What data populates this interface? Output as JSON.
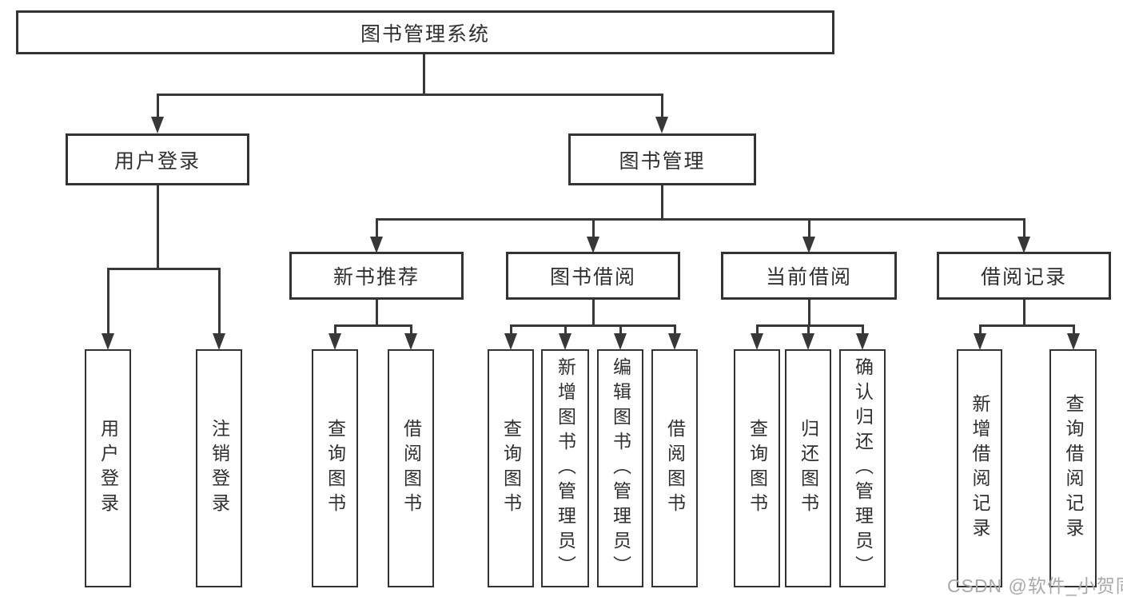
{
  "tree": {
    "root": "图书管理系统",
    "children": [
      {
        "label": "用户登录",
        "children": [
          {
            "label": "用户登录"
          },
          {
            "label": "注销登录"
          }
        ]
      },
      {
        "label": "图书管理",
        "children": [
          {
            "label": "新书推荐",
            "children": [
              {
                "label": "查询图书"
              },
              {
                "label": "借阅图书"
              }
            ]
          },
          {
            "label": "图书借阅",
            "children": [
              {
                "label": "查询图书"
              },
              {
                "label": "新增图书（管理员）"
              },
              {
                "label": "编辑图书（管理员）"
              },
              {
                "label": "借阅图书"
              }
            ]
          },
          {
            "label": "当前借阅",
            "children": [
              {
                "label": "查询图书"
              },
              {
                "label": "归还图书"
              },
              {
                "label": "确认归还（管理员）"
              }
            ]
          },
          {
            "label": "借阅记录",
            "children": [
              {
                "label": "新增借阅记录"
              },
              {
                "label": "查询借阅记录"
              }
            ]
          }
        ]
      }
    ]
  },
  "watermark": {
    "text": "CSDN @软件_小贺同学"
  },
  "colors": {
    "line": "#383838",
    "box_border": "#333333",
    "text": "#2f2f2f",
    "watermark": "#a9a9a9",
    "background": "#ffffff"
  }
}
